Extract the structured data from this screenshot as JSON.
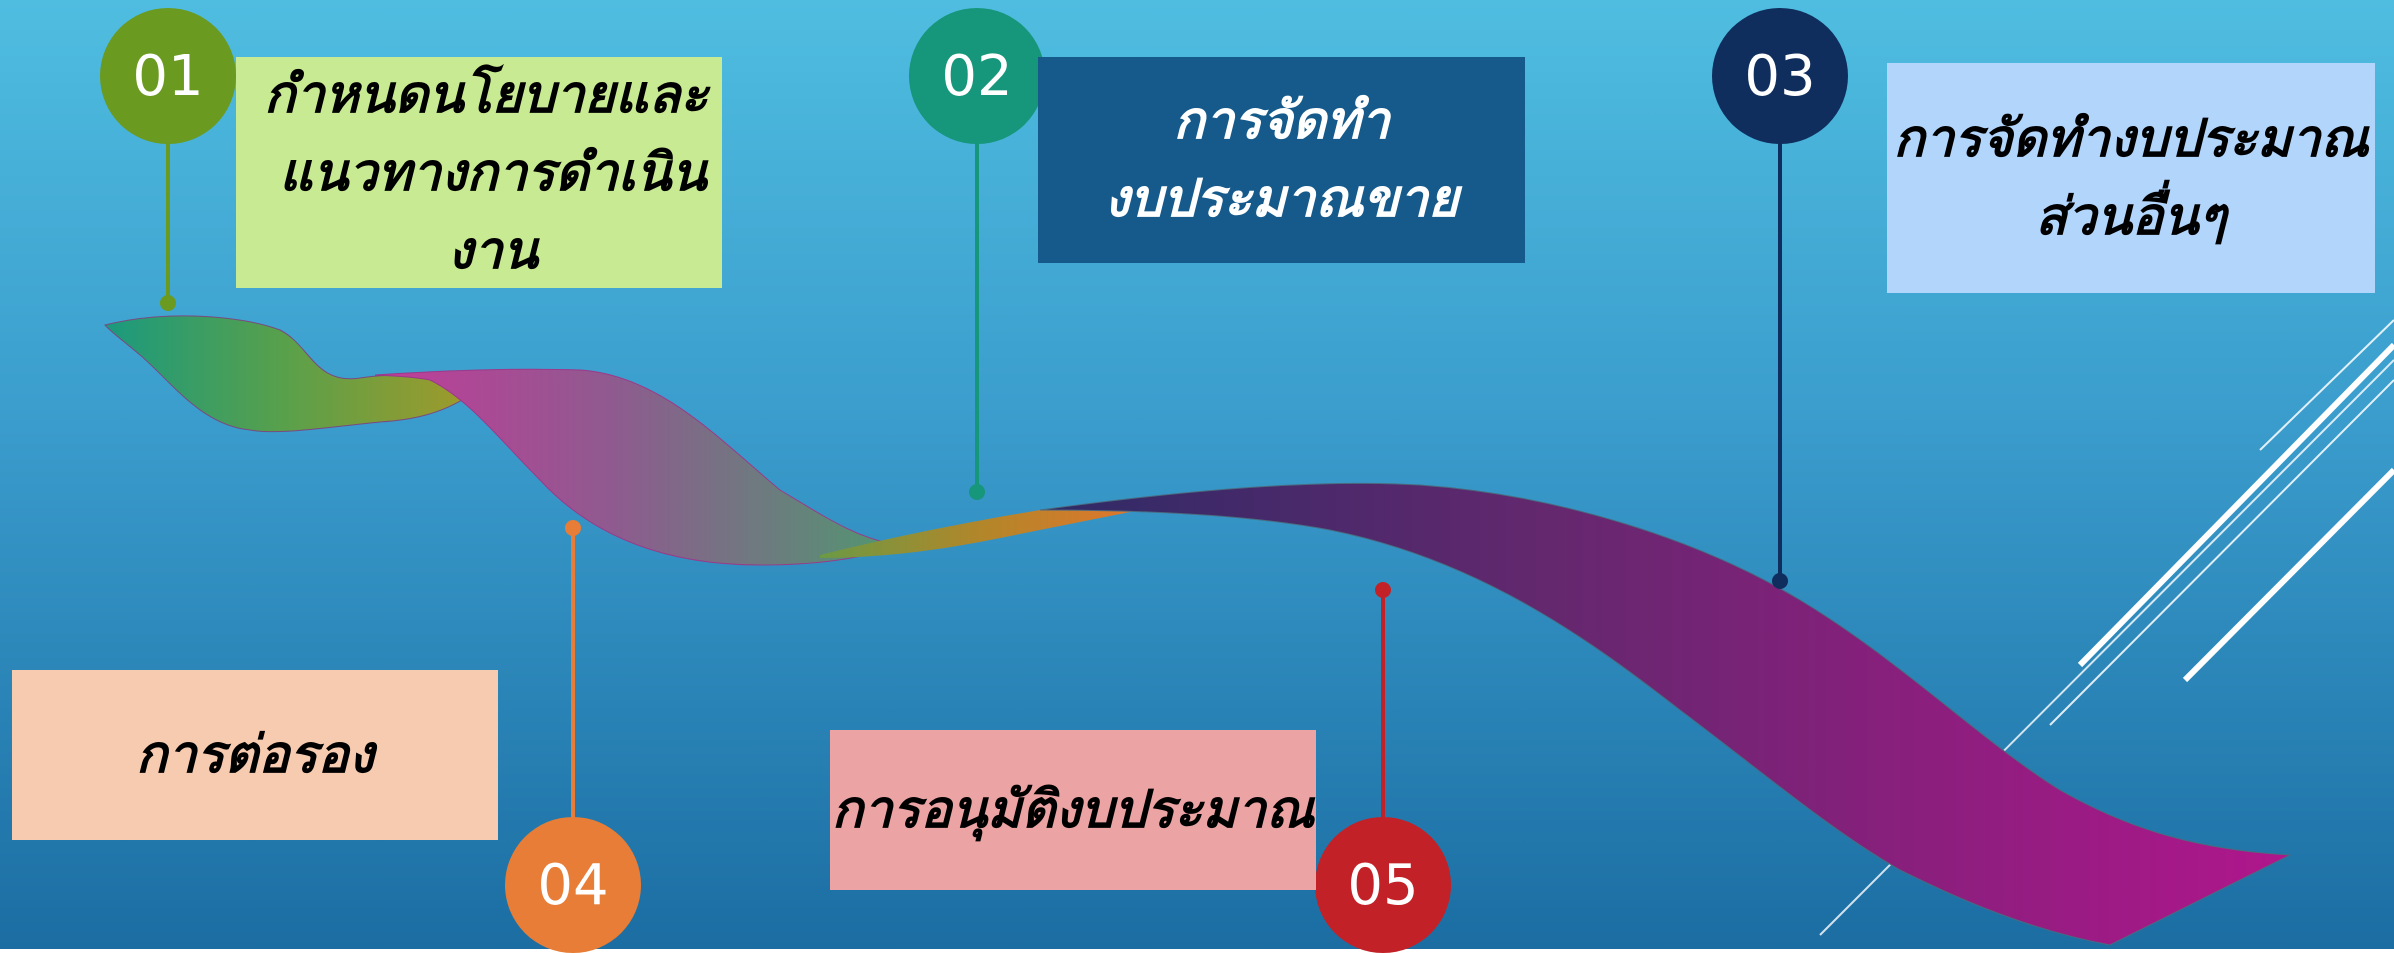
{
  "steps": [
    {
      "number": "01",
      "lines": [
        "กำหนดนโยบายและ",
        "แนวทางการดำเนินงาน"
      ],
      "color": "#6a9a1f",
      "box_color": "#c8ea92",
      "text_color": "#000000"
    },
    {
      "number": "02",
      "lines": [
        "การจัดทำ",
        "งบประมาณขาย"
      ],
      "color": "#16967a",
      "box_color": "#155a8a",
      "text_color": "#ffffff"
    },
    {
      "number": "03",
      "lines": [
        "การจัดทำงบประมาณ",
        "ส่วนอื่นๆ"
      ],
      "color": "#0f2e5e",
      "box_color": "#b2d5fb",
      "text_color": "#000000"
    },
    {
      "number": "04",
      "lines": [
        "การต่อรอง"
      ],
      "color": "#e77d36",
      "box_color": "#f7cbb0",
      "text_color": "#000000"
    },
    {
      "number": "05",
      "lines": [
        "การอนุมัติงบประมาณ"
      ],
      "color": "#c22227",
      "box_color": "#eba3a3",
      "text_color": "#000000"
    }
  ]
}
